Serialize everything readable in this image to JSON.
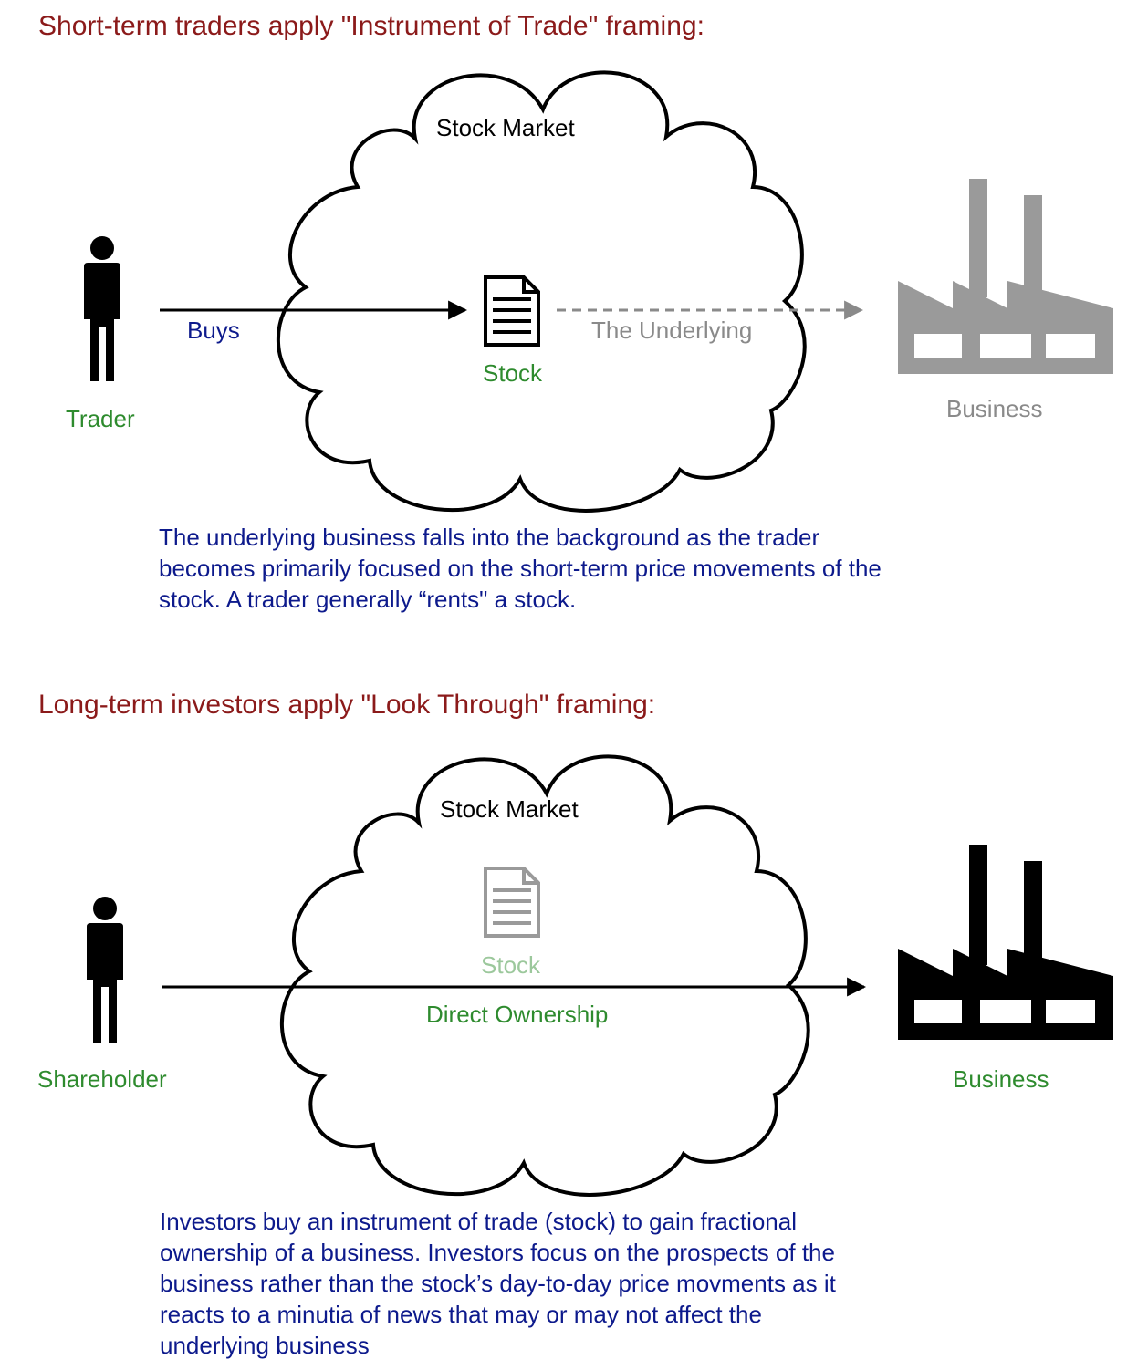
{
  "section1": {
    "heading": "Short-term traders apply \"Instrument of Trade\" framing:",
    "cloud_label": "Stock Market",
    "person_label": "Trader",
    "arrow_label": "Buys",
    "stock_label": "Stock",
    "underlying_label": "The Underlying",
    "business_label": "Business",
    "paragraph": "The underlying business falls into the background as the trader becomes primarily focused on the short-term price movements of the stock.  A trader generally “rents\" a stock."
  },
  "section2": {
    "heading": "Long-term investors apply \"Look Through\" framing:",
    "cloud_label": "Stock Market",
    "person_label": "Shareholder",
    "stock_label": "Stock",
    "arrow_label": "Direct Ownership",
    "business_label": "Business",
    "paragraph": "Investors buy an instrument of trade (stock) to gain fractional ownership of a business.  Investors focus on the prospects of the business rather than the stock’s day-to-day price movments as it reacts to a minutia of news that may or may not affect the underlying business"
  },
  "colors": {
    "heading": "#8b1a1a",
    "label_green": "#2e8b2e",
    "text_navy": "#0d1a8c",
    "muted_gray": "#8a8a8a",
    "faded_green": "#9cc89c"
  },
  "icons": {
    "person": "person-icon",
    "document": "document-icon",
    "factory": "factory-icon",
    "cloud": "cloud-shape"
  }
}
